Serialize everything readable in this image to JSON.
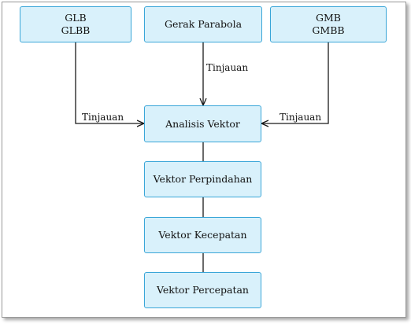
{
  "nodes": {
    "glb": {
      "line1": "GLB",
      "line2": "GLBB"
    },
    "gerak_parabola": {
      "label": "Gerak Parabola"
    },
    "gmb": {
      "line1": "GMB",
      "line2": "GMBB"
    },
    "analisis_vektor": {
      "label": "Analisis Vektor"
    },
    "vektor_perpindahan": {
      "label": "Vektor Perpindahan"
    },
    "vektor_kecepatan": {
      "label": "Vektor Kecepatan"
    },
    "vektor_percepatan": {
      "label": "Vektor Percepatan"
    }
  },
  "edge_labels": {
    "left": "Tinjauan",
    "top": "Tinjauan",
    "right": "Tinjauan"
  },
  "colors": {
    "box_fill": "#d9f1fb",
    "box_border": "#3aa6d8",
    "line": "#1a1a1a"
  }
}
